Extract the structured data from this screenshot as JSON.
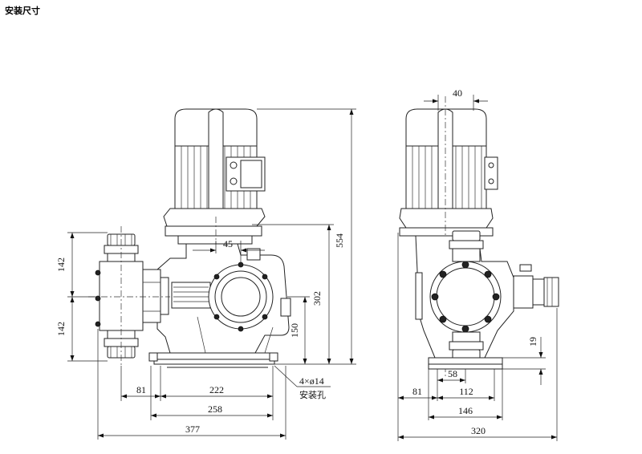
{
  "title": "安装尺寸",
  "side_view": {
    "dims": {
      "motor_top_height": "554",
      "shaft_height": "302",
      "base_height": "150",
      "head_offset_top": "142",
      "head_offset_bottom": "142",
      "shaft_offset": "45",
      "left_offset": "81",
      "hole_spacing": "222",
      "base_length": "258",
      "total_length": "377"
    },
    "hole_note": "4×ø14",
    "hole_label": "安装孔"
  },
  "front_view": {
    "dims": {
      "motor_offset": "40",
      "base_thickness": "19",
      "hole_offset": "58",
      "left_offset": "81",
      "hole_spacing": "112",
      "base_width": "146",
      "total_width": "320"
    }
  }
}
